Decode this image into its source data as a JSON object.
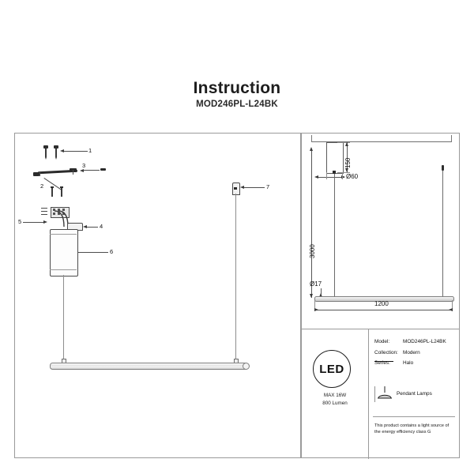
{
  "header": {
    "title": "Instruction",
    "model_code": "MOD246PL-L24BK"
  },
  "parts_panel": {
    "callouts": [
      {
        "id": "1",
        "label": "1",
        "part": "screws"
      },
      {
        "id": "2",
        "label": "2",
        "part": "mounting-bracket"
      },
      {
        "id": "3",
        "label": "3",
        "part": "bracket-screw"
      },
      {
        "id": "4",
        "label": "4",
        "part": "driver-cable-joint"
      },
      {
        "id": "5",
        "label": "5",
        "part": "terminal-block"
      },
      {
        "id": "6",
        "label": "6",
        "part": "led-driver"
      },
      {
        "id": "7",
        "label": "7",
        "part": "cable-gripper"
      }
    ]
  },
  "dimensions": {
    "canopy_height": "150",
    "canopy_diameter": "Ø60",
    "drop_height": "3000",
    "bar_diameter": "Ø17",
    "bar_length": "1200"
  },
  "led_badge": {
    "text": "LED",
    "max_power": "MAX 16W",
    "lumen": "800 Lumen"
  },
  "spec_table": {
    "rows": [
      {
        "key": "Model:",
        "value": "MOD246PL-L24BK"
      },
      {
        "key": "Collection:",
        "value": "Modern"
      },
      {
        "key": "Series:",
        "value": "Halo"
      }
    ],
    "category": "Pendant Lamps",
    "energy_note": "This product contains a light source of the energy efficiency class G"
  }
}
